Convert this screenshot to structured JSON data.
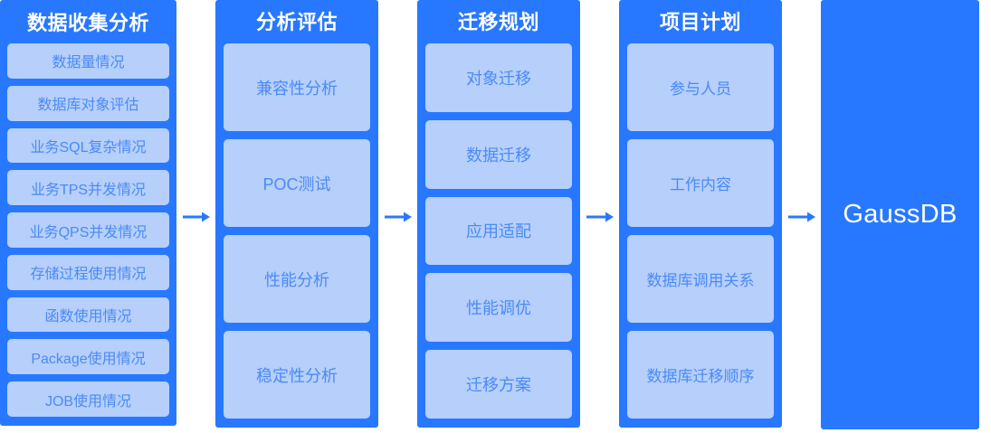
{
  "diagram": {
    "title_flow": "GaussDB migration assessment flow",
    "accent_color": "#2878ff",
    "item_bg_color": "#b6cffb",
    "item_text_color": "#4a8bf5",
    "arrow_icon": "arrow-right-icon"
  },
  "stages": [
    {
      "title": "数据收集分析",
      "items": [
        "数据量情况",
        "数据库对象评估",
        "业务SQL复杂情况",
        "业务TPS并发情况",
        "业务QPS并发情况",
        "存储过程使用情况",
        "函数使用情况",
        "Package使用情况",
        "JOB使用情况"
      ]
    },
    {
      "title": "分析评估",
      "items": [
        "兼容性分析",
        "POC测试",
        "性能分析",
        "稳定性分析"
      ]
    },
    {
      "title": "迁移规划",
      "items": [
        "对象迁移",
        "数据迁移",
        "应用适配",
        "性能调优",
        "迁移方案"
      ]
    },
    {
      "title": "项目计划",
      "items": [
        "参与人员",
        "工作内容",
        "数据库调用关系",
        "数据库迁移顺序"
      ]
    }
  ],
  "target": {
    "label": "GaussDB"
  }
}
